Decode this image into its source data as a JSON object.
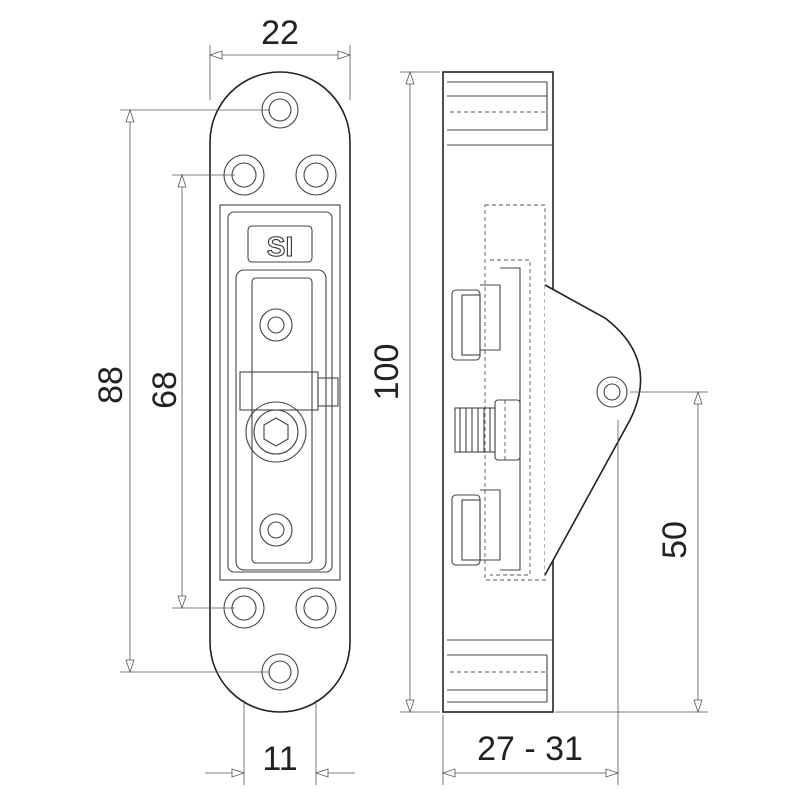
{
  "dimensions": {
    "top_width": "22",
    "bottom_width": "11",
    "outer_height": "88",
    "hole_spacing": "68",
    "side_height": "100",
    "depth_range": "27 - 31",
    "pivot_height": "50"
  },
  "logo_text": "SI"
}
